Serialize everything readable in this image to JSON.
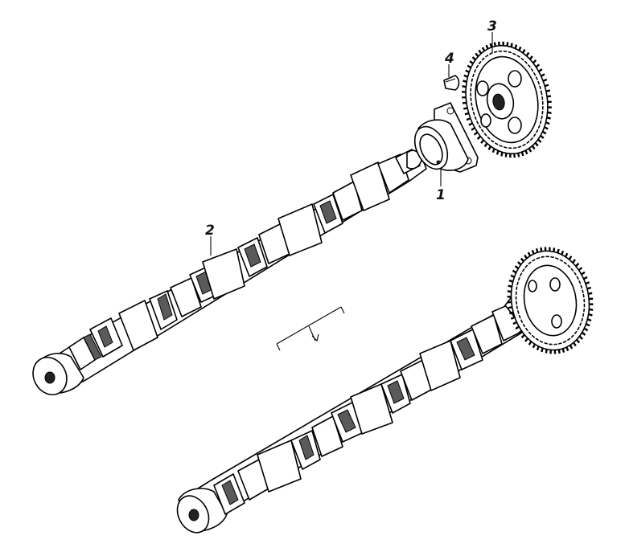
{
  "callouts": {
    "part_1": "1",
    "part_2": "2",
    "part_3": "3",
    "part_4": "4"
  },
  "colors": {
    "line": "#000000",
    "background": "#ffffff",
    "shade": "#5a5a5a"
  }
}
